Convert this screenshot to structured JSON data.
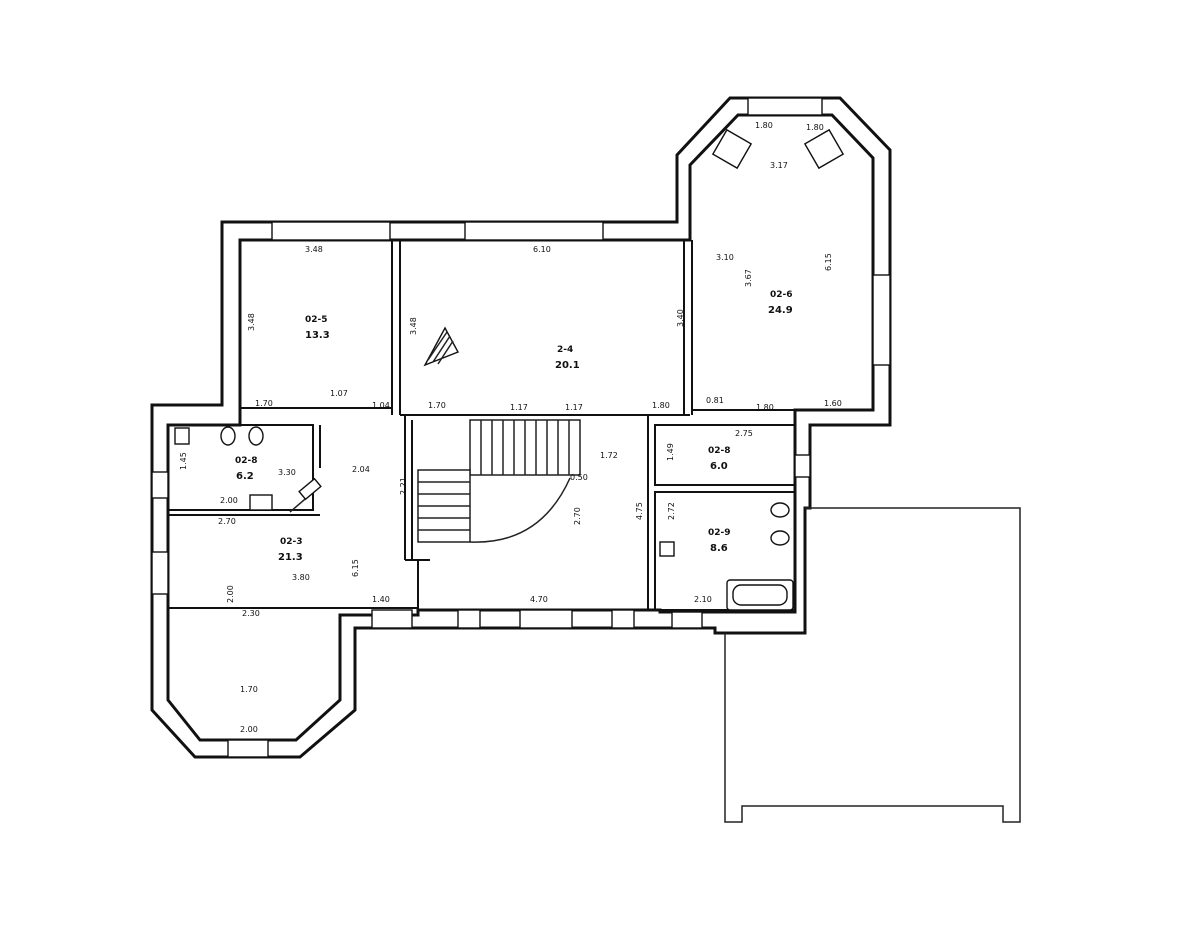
{
  "rooms": [
    {
      "id": "room-top-left",
      "code": "02-5",
      "area": "13.3"
    },
    {
      "id": "room-hall",
      "code": "2-4",
      "area": "20.1"
    },
    {
      "id": "room-octagon-top",
      "code": "02-6",
      "area": "24.9"
    },
    {
      "id": "room-wc-left",
      "code": "02-8",
      "area": "6.2"
    },
    {
      "id": "room-small-right",
      "code": "02-8",
      "area": "6.0"
    },
    {
      "id": "room-bath-right",
      "code": "02-9",
      "area": "8.6"
    },
    {
      "id": "room-living-left",
      "code": "02-3",
      "area": "21.3"
    }
  ],
  "dimensions": {
    "top_left_width": "3.48",
    "hall_width": "6.10",
    "top_left_height": "3.48",
    "hall_left_height": "3.48",
    "hall_right_height": "3.40",
    "lower_left_1": "1.70",
    "lower_left_2": "1.07",
    "lower_left_3": "1.04",
    "hall_bottom_left": "1.70",
    "hall_bottom_mid_1": "1.17",
    "hall_bottom_mid_2": "1.17",
    "hall_bottom_right": "1.80",
    "octagon_top_1": "1.80",
    "octagon_top_2": "1.80",
    "octagon_mid": "3.17",
    "octagon_left": "3.10",
    "octagon_height": "3.67",
    "octagon_right": "6.15",
    "octagon_bottom_1": "0.81",
    "octagon_bottom_2": "1.80",
    "octagon_bottom_3": "1.60",
    "stair_right": "1.72",
    "stair_bottom": "4.70",
    "stair_mid": "0.50",
    "stair_vert": "2.70",
    "wc_height": "1.45",
    "wc_bottom": "2.00",
    "wc_inner": "3.30",
    "corridor_top": "2.04",
    "corridor_vert": "2.21",
    "living_top": "2.70",
    "living_height": "6.15",
    "living_inner": "3.80",
    "living_bottom": "1.40",
    "living_bay_1": "2.30",
    "living_bay_2": "2.00",
    "small_room_top": "2.75",
    "small_room_left": "1.49",
    "bath_left": "2.72",
    "bath_bottom": "2.10",
    "hall_right_lower": "4.75",
    "bay_top": "1.70",
    "bay_bottom": "2.00"
  }
}
